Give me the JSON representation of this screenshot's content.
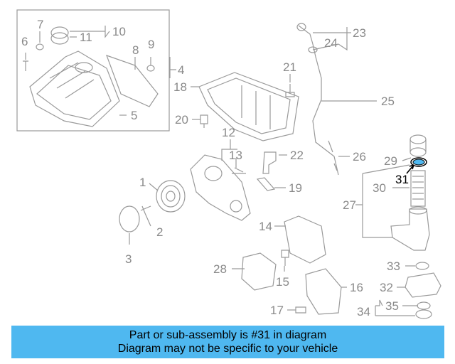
{
  "diagram": {
    "highlight_color": "#4fb8f0",
    "line_color": "#9a9a9a",
    "callouts": [
      {
        "id": "c1",
        "label": "1"
      },
      {
        "id": "c2",
        "label": "2"
      },
      {
        "id": "c3",
        "label": "3"
      },
      {
        "id": "c4",
        "label": "4"
      },
      {
        "id": "c5",
        "label": "5"
      },
      {
        "id": "c6",
        "label": "6"
      },
      {
        "id": "c7",
        "label": "7"
      },
      {
        "id": "c8",
        "label": "8"
      },
      {
        "id": "c9",
        "label": "9"
      },
      {
        "id": "c10",
        "label": "10"
      },
      {
        "id": "c11",
        "label": "11"
      },
      {
        "id": "c12",
        "label": "12"
      },
      {
        "id": "c13",
        "label": "13"
      },
      {
        "id": "c14",
        "label": "14"
      },
      {
        "id": "c15",
        "label": "15"
      },
      {
        "id": "c16",
        "label": "16"
      },
      {
        "id": "c17",
        "label": "17"
      },
      {
        "id": "c18",
        "label": "18"
      },
      {
        "id": "c19",
        "label": "19"
      },
      {
        "id": "c20",
        "label": "20"
      },
      {
        "id": "c21",
        "label": "21"
      },
      {
        "id": "c22",
        "label": "22"
      },
      {
        "id": "c23",
        "label": "23"
      },
      {
        "id": "c24",
        "label": "24"
      },
      {
        "id": "c25",
        "label": "25"
      },
      {
        "id": "c26",
        "label": "26"
      },
      {
        "id": "c27",
        "label": "27"
      },
      {
        "id": "c28",
        "label": "28"
      },
      {
        "id": "c29",
        "label": "29"
      },
      {
        "id": "c30",
        "label": "30"
      },
      {
        "id": "c31",
        "label": "31",
        "highlighted": true
      },
      {
        "id": "c32",
        "label": "32"
      },
      {
        "id": "c33",
        "label": "33"
      },
      {
        "id": "c34",
        "label": "34"
      },
      {
        "id": "c35",
        "label": "35"
      }
    ]
  },
  "banner": {
    "line1": "Part or sub-assembly is #31 in diagram",
    "line2": "Diagram may not be specific to your vehicle",
    "background": "#4fb8f0"
  }
}
